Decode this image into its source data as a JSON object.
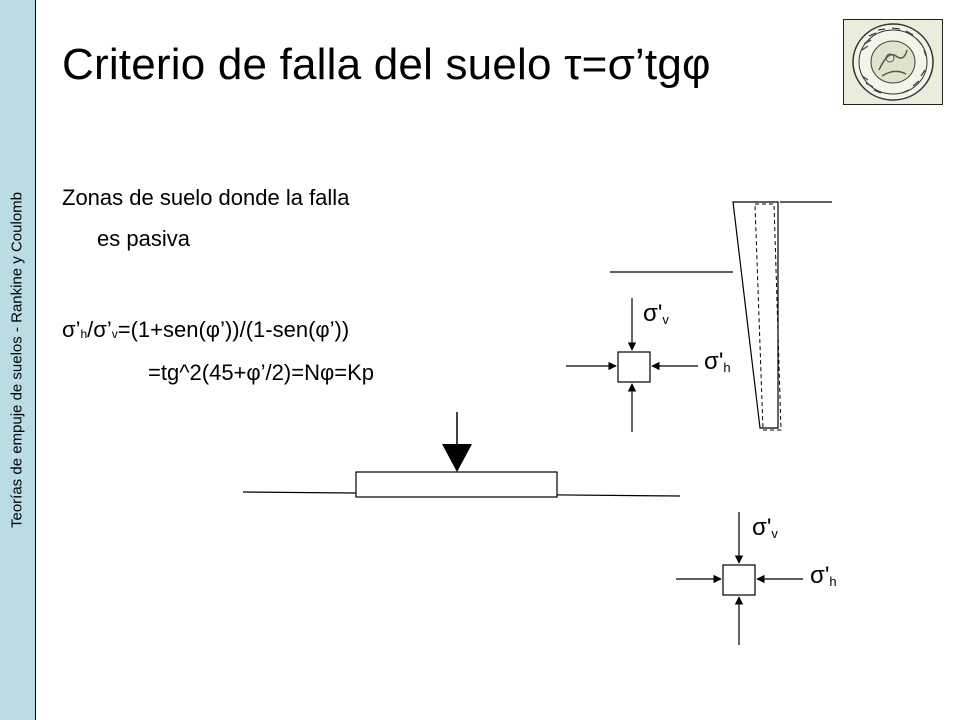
{
  "sidebar": {
    "text": "Teorías de empuje de suelos - Rankine y Coulomb"
  },
  "title": {
    "main": "Criterio de falla del suelo ",
    "formula": "τ=σ’tgφ"
  },
  "content": {
    "line1": "Zonas de suelo donde la falla",
    "line2": "es pasiva",
    "eq1_sigma_h": "σ’",
    "eq1_h_sub": "h",
    "eq1_slash": "/",
    "eq1_sigma_v": "σ’",
    "eq1_v_sub": "v",
    "eq1_rest": "=(1+sen(φ’))/(1-sen(φ’))",
    "eq2": "=tg^2(45+φ’/2)=Nφ=Kp"
  },
  "diagram": {
    "upper_sigma_v": "σ'",
    "upper_sigma_v_sub": "v",
    "upper_sigma_h": "σ'",
    "upper_sigma_h_sub": "h",
    "lower_sigma_v": "σ'",
    "lower_sigma_v_sub": "v",
    "lower_sigma_h": "σ'",
    "lower_sigma_h_sub": "h"
  },
  "seal": {
    "text": "UNIVERSIDAD DE BUENOS AIRES"
  }
}
